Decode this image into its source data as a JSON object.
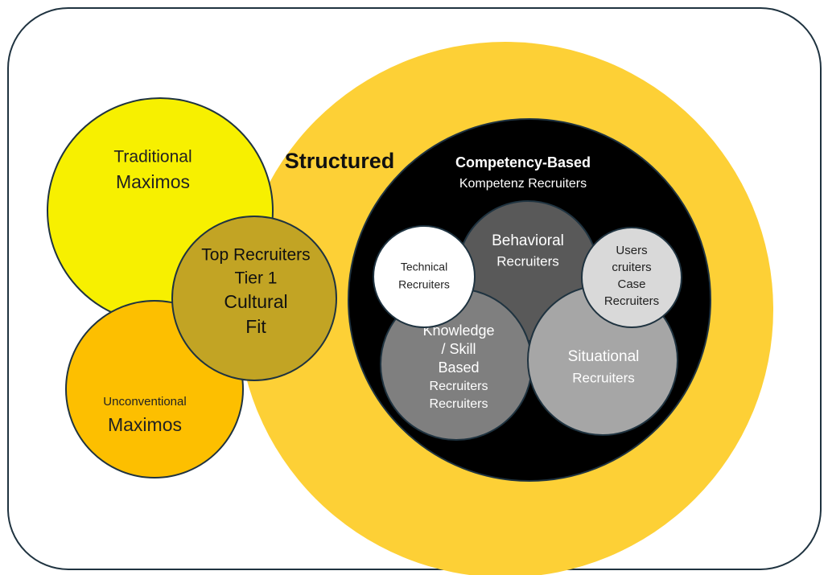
{
  "colors": {
    "frame_border": "#1f3340",
    "structured": "#fdd036",
    "traditional": "#f7f000",
    "unconventional": "#fdbf00",
    "cultural": "#c2a424",
    "competency": "#000000",
    "behavioral": "#595959",
    "technical": "#ffffff",
    "knowledge": "#7f7f7f",
    "situational": "#a6a6a6",
    "case": "#d9d9d9"
  },
  "labels": {
    "structured": "Structured",
    "traditional": [
      "Traditional",
      "Maximos"
    ],
    "unconventional": [
      "Unconventional",
      "Maximos"
    ],
    "cultural": [
      "Top Recruiters",
      "Tier 1",
      "Cultural",
      "Fit"
    ],
    "competency": [
      "Competency-Based",
      "Kompetenz Recruiters"
    ],
    "technical": [
      "Technical",
      "Recruiters"
    ],
    "behavioral": [
      "Behavioral",
      "Recruiters"
    ],
    "case": [
      "Users",
      "cruiters",
      "Case",
      "Recruiters"
    ],
    "knowledge": [
      "Knowledge",
      "/ Skill",
      "Based",
      "Recruiters",
      "Recruiters"
    ],
    "situational": [
      "Situational",
      "Recruiters"
    ]
  }
}
